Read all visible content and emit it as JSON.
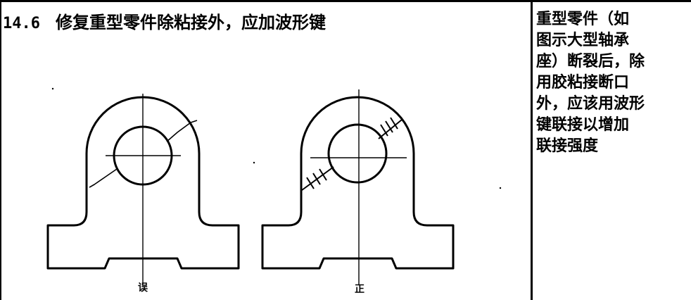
{
  "header": {
    "number": "14.6",
    "title": "修复重型零件除粘接外，应加波形键"
  },
  "side_note": {
    "lines": [
      "重型零件（如",
      "图示大型轴承",
      "座）断裂后，除",
      "用胶粘接断口",
      "外，应该用波形",
      "键联接以增加",
      "联接强度"
    ]
  },
  "figures": {
    "wrong_label": "误",
    "right_label": "正"
  }
}
